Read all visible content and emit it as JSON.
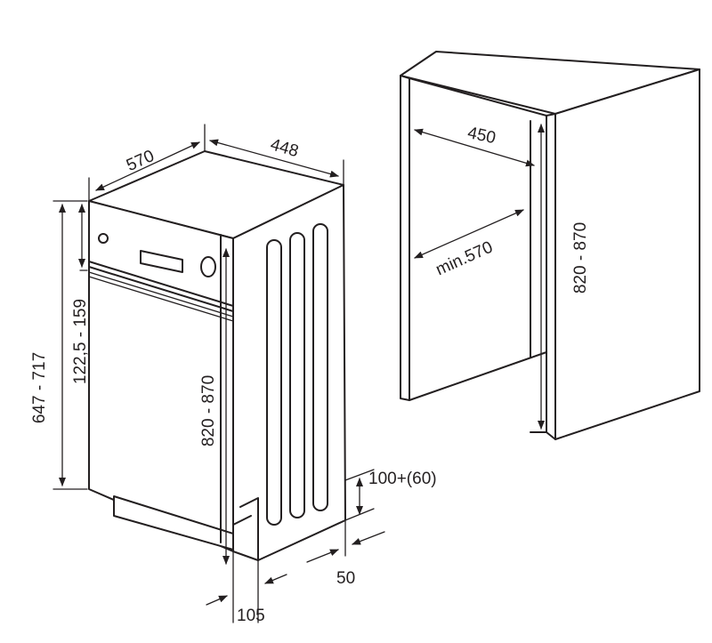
{
  "diagram": {
    "appliance_dimensions": {
      "depth": "570",
      "width": "448",
      "total_height": "647 - 717",
      "door_height": "122,5 - 159",
      "body_height": "820 - 870",
      "plinth_height": "100+(60)",
      "plinth_setback": "50",
      "foot_offset": "105"
    },
    "niche_dimensions": {
      "width": "450",
      "depth": "min.570",
      "height": "820 - 870"
    }
  }
}
